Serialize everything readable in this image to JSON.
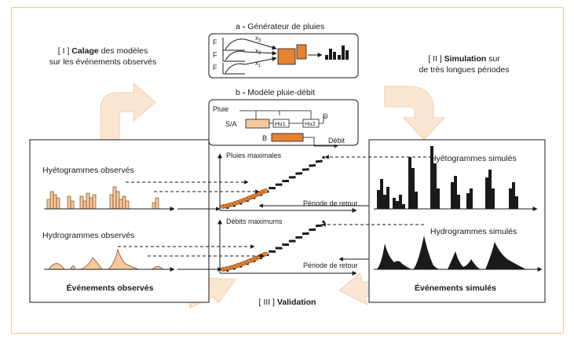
{
  "colors": {
    "accent": "#e8822e",
    "accent_light": "#f6c89c",
    "arrow_fill": "#fbe6d2",
    "frame": "#f2c98e"
  },
  "generator": {
    "title_prefix": "a",
    "title_dash": "-",
    "title": "Générateur de pluies",
    "f_labels": [
      "F",
      "F",
      "F"
    ],
    "x_labels": [
      "x",
      "x",
      "x"
    ],
    "x_subs": [
      "3",
      "2",
      "1"
    ]
  },
  "model": {
    "title_prefix": "b",
    "title_dash": "-",
    "title": "Modèle pluie-débit",
    "pluie": "Pluie",
    "sa": "S/A",
    "hu1": "Hu1",
    "hu2": "Hu2",
    "c": "C",
    "b": "B",
    "debit": "Débit"
  },
  "calage": {
    "bracket": "[ I ]",
    "bold": "Calage",
    "rest1": "des modèles",
    "rest2": "sur les événements observés"
  },
  "simulation": {
    "bracket": "[ II ]",
    "bold": "Simulation",
    "rest1": "sur",
    "rest2": "de très longues périodes"
  },
  "validation": {
    "bracket": "[ III ]",
    "bold": "Validation"
  },
  "observed": {
    "hyeto_label": "Hyétogrammes observés",
    "hydro_label": "Hydrogrammes observés",
    "footer": "Événements observés"
  },
  "simulated": {
    "hyeto_label": "Hyétogrammes simulés",
    "hydro_label": "Hydrogrammes simulés",
    "footer": "Événements simulés"
  },
  "chart_top": {
    "ylabel": "Pluies maximales",
    "xlabel": "Période de retour"
  },
  "chart_bottom": {
    "ylabel": "Débits maximums",
    "xlabel": "Période de retour"
  }
}
